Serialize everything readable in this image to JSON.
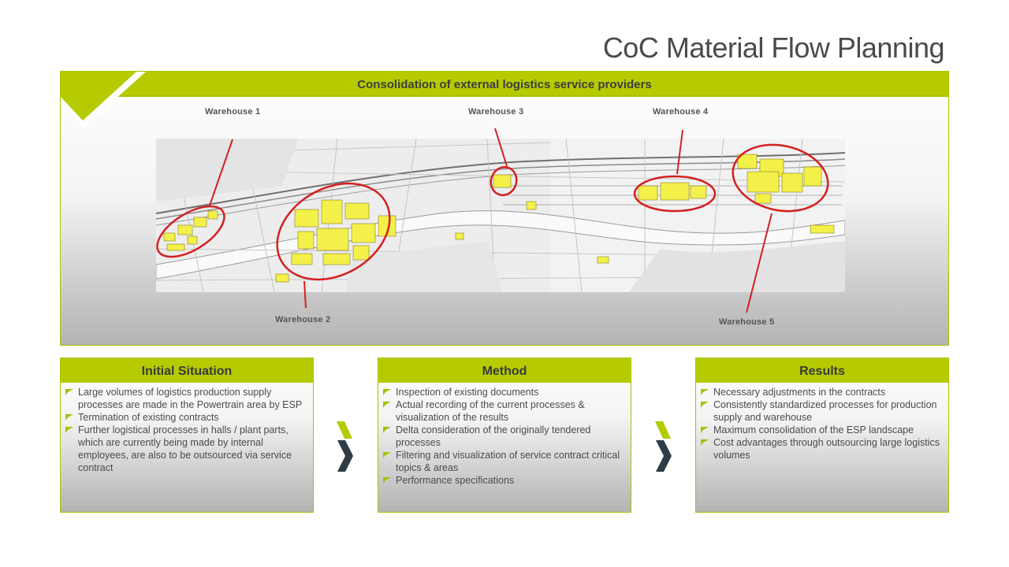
{
  "slide": {
    "title": "CoC Material Flow Planning"
  },
  "top_panel": {
    "header": "Consolidation of external logistics service providers",
    "warehouses": {
      "w1": "Warehouse 1",
      "w2": "Warehouse 2",
      "w3": "Warehouse 3",
      "w4": "Warehouse 4",
      "w5": "Warehouse 5"
    }
  },
  "boxes": {
    "initial": {
      "title": "Initial  Situation",
      "items": [
        "Large volumes  of logistics production  supply processes are made in the Powertrain  area by ESP",
        "Termination  of existing contracts",
        "Further logistical processes in halls / plant parts, which are currently being made by internal employees, are also to be outsourced via  service contract"
      ]
    },
    "method": {
      "title": "Method",
      "items": [
        "Inspection of existing documents",
        "Actual recording  of the current processes & visualization  of the results",
        "Delta consideration of the originally tendered processes",
        "Filtering and visualization  of service contract critical topics & areas",
        "Performance  specifications"
      ]
    },
    "results": {
      "title": "Results",
      "items": [
        "Necessary adjustments in the contracts",
        "Consistently standardized processes for production supply and warehouse",
        "Maximum consolidation of the ESP landscape",
        "Cost advantages  through outsourcing large logistics volumes"
      ]
    }
  },
  "colors": {
    "accent_green": "#b5cb00",
    "highlight_red": "#d42020",
    "warehouse_yellow": "#f4f04a",
    "arrow_dark": "#2f3b45"
  },
  "icons": {
    "corner": "green-corner-shape",
    "flow_arrow": "double-chevron-right-icon",
    "bullet": "triangle-bullet-icon"
  }
}
